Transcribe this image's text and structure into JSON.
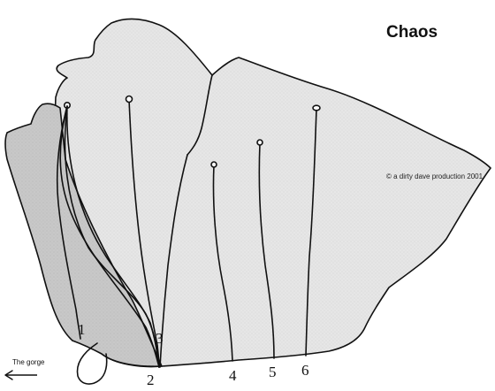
{
  "title": "Chaos",
  "credit": "© a dirty dave production 2001",
  "exit_label": "The gorge",
  "colors": {
    "rock": "#e6e6e6",
    "shaded_rock": "#c8c8c8",
    "line": "#111111",
    "background": "#ffffff"
  },
  "routes": [
    {
      "number": "1"
    },
    {
      "number": "2"
    },
    {
      "number": "3"
    },
    {
      "number": "4"
    },
    {
      "number": "5"
    },
    {
      "number": "6"
    }
  ]
}
